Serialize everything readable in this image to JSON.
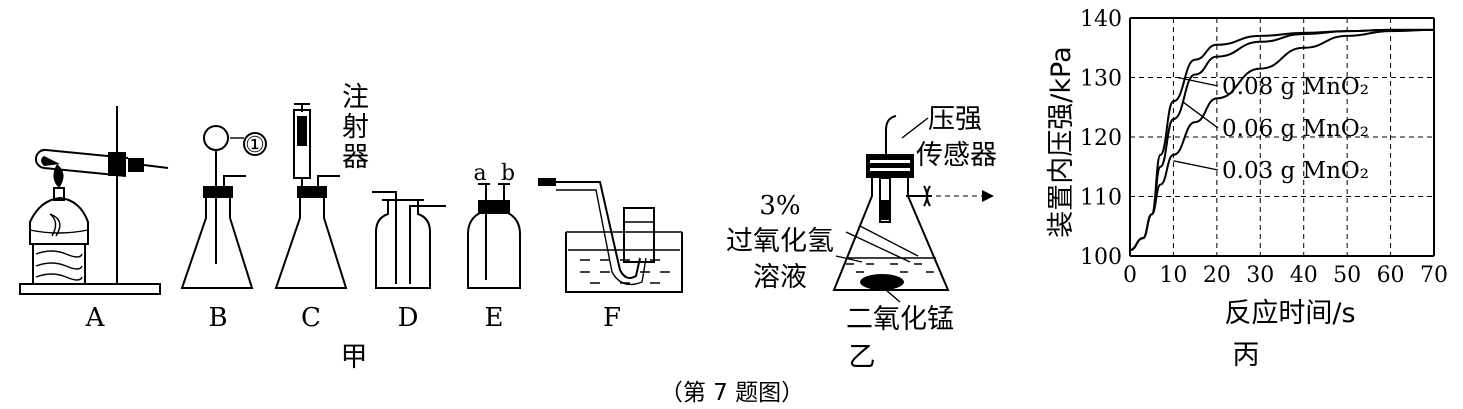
{
  "figure_caption": "（第 7 题图）",
  "panel_jia": {
    "label": "甲",
    "apparatus_labels": [
      "A",
      "B",
      "C",
      "D",
      "E",
      "F"
    ],
    "b_marker": "①",
    "c_syringe": [
      "注",
      "射",
      "器"
    ],
    "e_ports": [
      "a",
      "b"
    ]
  },
  "panel_yi": {
    "label": "乙",
    "concentration": "3%",
    "solution": [
      "过氧化氢",
      "溶液"
    ],
    "pressure_sensor": [
      "压强",
      "传感器"
    ],
    "catalyst": "二氧化锰"
  },
  "panel_bing": {
    "label": "丙"
  },
  "chart_data": {
    "type": "line",
    "xlabel": "反应时间/s",
    "ylabel": "装置内压强/kPa",
    "xlim": [
      0,
      70
    ],
    "ylim": [
      100,
      140
    ],
    "xticks": [
      0,
      10,
      20,
      30,
      40,
      50,
      60,
      70
    ],
    "yticks": [
      100,
      110,
      120,
      130,
      140
    ],
    "grid": true,
    "series": [
      {
        "name": "0.08 g MnO₂",
        "x": [
          0,
          3,
          5,
          7,
          10,
          15,
          20,
          30,
          40,
          50,
          60,
          70
        ],
        "y": [
          101,
          103,
          107,
          117,
          126,
          133,
          135.5,
          137,
          137.5,
          137.8,
          138,
          138
        ]
      },
      {
        "name": "0.06 g MnO₂",
        "x": [
          0,
          3,
          5,
          7,
          10,
          15,
          20,
          30,
          40,
          50,
          60,
          70
        ],
        "y": [
          101,
          103,
          107,
          115,
          123,
          130.5,
          133.5,
          136,
          137.3,
          137.8,
          138,
          138
        ]
      },
      {
        "name": "0.03 g MnO₂",
        "x": [
          0,
          3,
          5,
          7,
          10,
          15,
          20,
          30,
          40,
          50,
          60,
          70
        ],
        "y": [
          101,
          103,
          107,
          112,
          117,
          122.5,
          126.5,
          131.5,
          135,
          137,
          137.8,
          138
        ]
      }
    ],
    "annotations": [
      {
        "text": "0.08 g MnO₂",
        "points_to": [
          11,
          130
        ]
      },
      {
        "text": "0.06 g MnO₂",
        "points_to": [
          12,
          126
        ]
      },
      {
        "text": "0.03 g MnO₂",
        "points_to": [
          10,
          116
        ]
      }
    ]
  }
}
